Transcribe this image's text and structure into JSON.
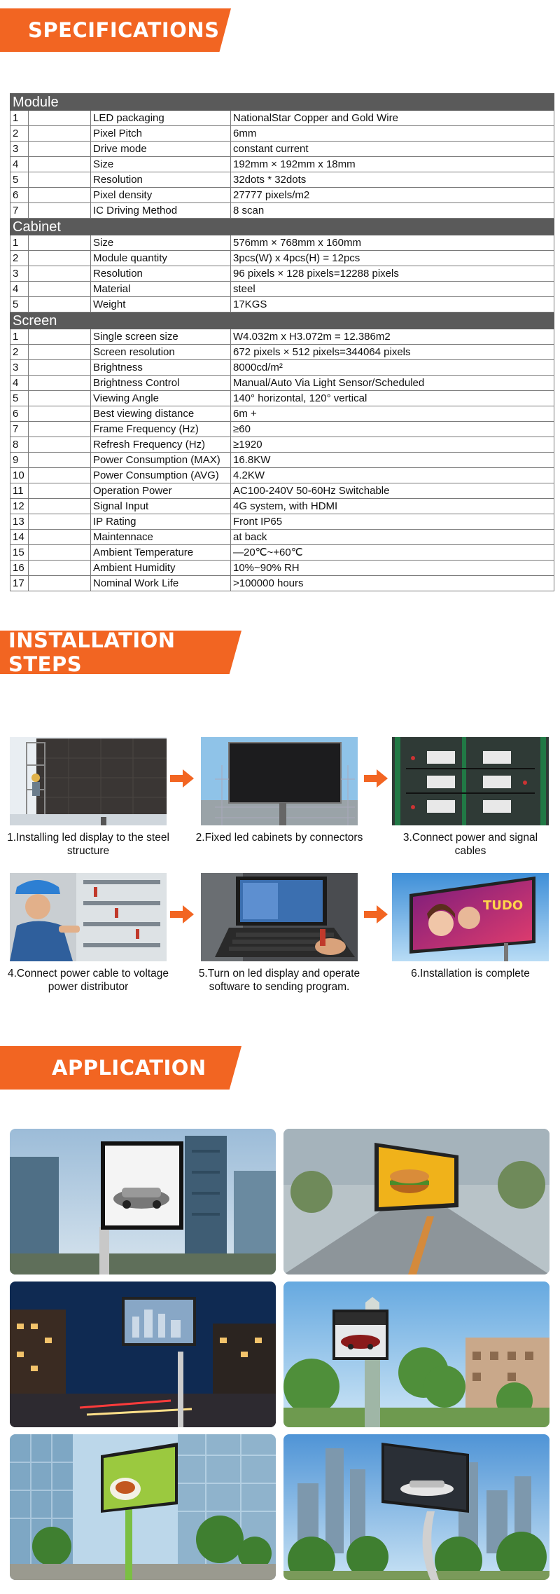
{
  "banners": {
    "specifications": "SPECIFICATIONS",
    "installation": "INSTALLATION STEPS",
    "application": "APPLICATION"
  },
  "spec_sections": [
    {
      "title": "Module",
      "rows": [
        [
          "1",
          "LED packaging",
          "NationalStar Copper and Gold Wire"
        ],
        [
          "2",
          "Pixel Pitch",
          "6mm"
        ],
        [
          "3",
          "Drive mode",
          "constant current"
        ],
        [
          "4",
          "Size",
          "192mm × 192mm x 18mm"
        ],
        [
          "5",
          "Resolution",
          "32dots * 32dots"
        ],
        [
          "6",
          "Pixel density",
          "27777 pixels/m2"
        ],
        [
          "7",
          "IC Driving Method",
          "8 scan"
        ]
      ]
    },
    {
      "title": "Cabinet",
      "rows": [
        [
          "1",
          "Size",
          "576mm × 768mm x 160mm"
        ],
        [
          "2",
          "Module quantity",
          "3pcs(W) x 4pcs(H) = 12pcs"
        ],
        [
          "3",
          "Resolution",
          "96 pixels  × 128 pixels=12288 pixels"
        ],
        [
          "4",
          "Material",
          "steel"
        ],
        [
          "5",
          "Weight",
          "17KGS"
        ]
      ]
    },
    {
      "title": "Screen",
      "rows": [
        [
          "1",
          "Single screen size",
          "W4.032m x  H3.072m = 12.386m2"
        ],
        [
          "2",
          "Screen resolution",
          "672 pixels  × 512 pixels=344064 pixels"
        ],
        [
          "3",
          "Brightness",
          "8000cd/m²"
        ],
        [
          "4",
          "Brightness Control",
          "Manual/Auto Via Light Sensor/Scheduled"
        ],
        [
          "5",
          "Viewing Angle",
          "140° horizontal, 120° vertical"
        ],
        [
          "6",
          "Best viewing distance",
          "6m +"
        ],
        [
          "7",
          "Frame Frequency (Hz)",
          "≥60"
        ],
        [
          "8",
          "Refresh Frequency (Hz)",
          "≥1920"
        ],
        [
          "9",
          "Power Consumption (MAX)",
          "16.8KW"
        ],
        [
          "10",
          "Power Consumption (AVG)",
          "4.2KW"
        ],
        [
          "11",
          "Operation Power",
          "AC100-240V 50-60Hz Switchable"
        ],
        [
          "12",
          "Signal Input",
          "4G system, with HDMI"
        ],
        [
          "13",
          "IP Rating",
          "Front IP65"
        ],
        [
          "14",
          "Maintennace",
          "at back"
        ],
        [
          "15",
          "Ambient Temperature",
          "—20℃~+60℃"
        ],
        [
          "16",
          "Ambient Humidity",
          "10%~90% RH"
        ],
        [
          "17",
          "Nominal Work Life",
          ">100000 hours"
        ]
      ]
    }
  ],
  "install_steps": [
    "1.Installing led display to the steel structure",
    "2.Fixed led cabinets by connectors",
    "3.Connect power and signal cables",
    "4.Connect power cable to voltage power distributor",
    "5.Turn on led display and operate software to sending program.",
    "6.Installation is complete"
  ],
  "billboard_text": "TUDO",
  "colors": {
    "accent": "#f26522",
    "section_header": "#5a5a5a"
  }
}
